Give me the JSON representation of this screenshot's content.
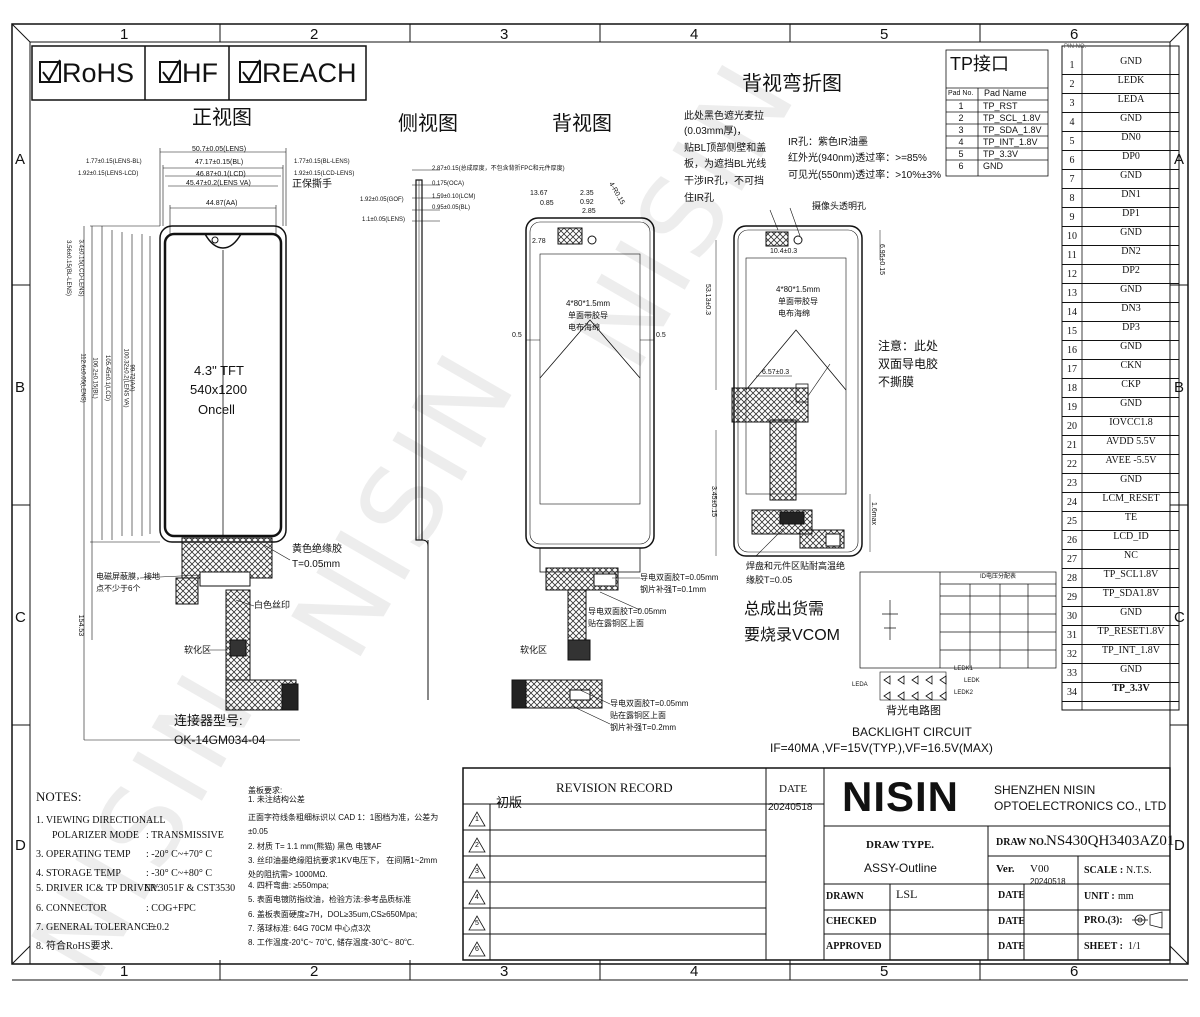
{
  "grid": {
    "top_cols": [
      "1",
      "2",
      "3",
      "4",
      "5",
      "6"
    ],
    "bottom_cols": [
      "1",
      "2",
      "3",
      "4",
      "5",
      "6"
    ],
    "rows": [
      "A",
      "B",
      "C",
      "D"
    ]
  },
  "compliance": [
    "RoHS",
    "HF",
    "REACH"
  ],
  "views": {
    "front": "正视图",
    "side": "侧视图",
    "back": "背视图",
    "bend": "背视弯折图"
  },
  "front_view": {
    "dims_top": [
      "50.7±0.05(LENS)",
      "47.17±0.15(BL)",
      "46.87±0.1(LCD)",
      "45.47±0.2(LENS VA)",
      "44.87(AA)"
    ],
    "dims_left_top": [
      "1.77±0.15(LENS-BL)",
      "1.92±0.15(LENS-LCD)"
    ],
    "dims_right_top": [
      "1.77±0.15(BL-LENS)",
      "1.92±0.15(LCD-LENS)"
    ],
    "protect_film": "正保撕手",
    "dims_vertical": [
      "3.56±0.15(BL-LENS)",
      "3.4±0.15(LCD-LENS)",
      "112.6±0.05(LENS)",
      "106.2±0.15(BL)",
      "105.45±0.1(LCD)",
      "100.32±0.2(LENS VA)",
      "99.72(AA)"
    ],
    "panel_lines": [
      "4.3\" TFT",
      "540x1200",
      "Oncell"
    ],
    "yellow_tape": "黄色绝缘胶",
    "yellow_tape_t": "T=0.05mm",
    "emi_note": [
      "电磁屏蔽膜，接地",
      "点不少于6个"
    ],
    "white_silk": "白色丝印",
    "flex_area": "软化区",
    "total_len": "154.53",
    "connector_label": "连接器型号:",
    "connector_model": "OK-14GM034-04"
  },
  "side_view": {
    "dims": [
      "2.87±0.15(总成厚度，不包含背折FPC和元件厚度)",
      "0.175(OCA)",
      "1.59±0.10(LCM)",
      "0.95±0.05(BL)",
      "1.92±0.05(GOF)",
      "1.1±0.05(LENS)"
    ]
  },
  "back_view": {
    "dims": [
      "13.67",
      "2.35",
      "0.92",
      "2.85",
      "0.85",
      "2.78",
      "0.5",
      "0.5",
      "4-R0.15"
    ],
    "foam_note": [
      "4*80*1.5mm",
      "单面带胶导",
      "电布海绵"
    ],
    "cond_tape": "导电双面胶T=0.05mm",
    "steel_1": "钢片补强T=0.1mm",
    "cond_tape_2": "导电双面胶T=0.05mm",
    "copper_area": "贴在露铜区上面",
    "flex_area": "软化区",
    "cond_tape_3": "导电双面胶T=0.05mm",
    "copper_area_2": "贴在露铜区上面",
    "steel_2": "钢片补强T=0.2mm"
  },
  "bend_view": {
    "mylar_note": [
      "此处黑色遮光麦拉",
      "(0.03mm厚)，",
      "贴BL顶部侧壁和盖",
      "板，为遮挡BL光线",
      "干涉IR孔，不可挡",
      "住IR孔"
    ],
    "ir_note": [
      "IR孔：紫色IR油墨",
      "红外光(940nm)透过率：>=85%",
      "可见光(550nm)透过率：>10%±3%"
    ],
    "camera_hole": "摄像头透明孔",
    "dims": [
      "10.4±0.3",
      "6.95±0.15",
      "53.13±0.3",
      "6.57±0.3",
      "3.45±0.15",
      "1.6max"
    ],
    "foam_note": [
      "4*80*1.5mm",
      "单面带胶导",
      "电布海绵"
    ],
    "caution": [
      "注意：此处",
      "双面导电胶",
      "不撕膜"
    ],
    "solder_note": [
      "焊盘和元件区贴耐高温绝",
      "缘胶T=0.05"
    ],
    "vcom_note": [
      "总成出货需",
      "要烧录VCOM"
    ]
  },
  "backlight": {
    "table_title": "ID电压分配表",
    "title_cn": "背光电路图",
    "title_en": "BACKLIGHT CIRCUIT",
    "spec": "IF=40MA ,VF=15V(TYP.),VF=16.5V(MAX)",
    "labels": [
      "LEDK1",
      "LEDA",
      "LEDK",
      "LEDK2"
    ]
  },
  "tp_interface": {
    "title": "TP接口",
    "headers": [
      "Pad No.",
      "Pad Name"
    ],
    "rows": [
      {
        "no": "1",
        "name": "TP_RST"
      },
      {
        "no": "2",
        "name": "TP_SCL_1.8V"
      },
      {
        "no": "3",
        "name": "TP_SDA_1.8V"
      },
      {
        "no": "4",
        "name": "TP_INT_1.8V"
      },
      {
        "no": "5",
        "name": "TP_3.3V"
      },
      {
        "no": "6",
        "name": "GND"
      }
    ]
  },
  "pins": [
    {
      "no": "1",
      "name": "GND"
    },
    {
      "no": "2",
      "name": "LEDK"
    },
    {
      "no": "3",
      "name": "LEDA"
    },
    {
      "no": "4",
      "name": "GND"
    },
    {
      "no": "5",
      "name": "DN0"
    },
    {
      "no": "6",
      "name": "DP0"
    },
    {
      "no": "7",
      "name": "GND"
    },
    {
      "no": "8",
      "name": "DN1"
    },
    {
      "no": "9",
      "name": "DP1"
    },
    {
      "no": "10",
      "name": "GND"
    },
    {
      "no": "11",
      "name": "DN2"
    },
    {
      "no": "12",
      "name": "DP2"
    },
    {
      "no": "13",
      "name": "GND"
    },
    {
      "no": "14",
      "name": "DN3"
    },
    {
      "no": "15",
      "name": "DP3"
    },
    {
      "no": "16",
      "name": "GND"
    },
    {
      "no": "17",
      "name": "CKN"
    },
    {
      "no": "18",
      "name": "CKP"
    },
    {
      "no": "19",
      "name": "GND"
    },
    {
      "no": "20",
      "name": "IOVCC1.8"
    },
    {
      "no": "21",
      "name": "AVDD 5.5V"
    },
    {
      "no": "22",
      "name": "AVEE -5.5V"
    },
    {
      "no": "23",
      "name": "GND"
    },
    {
      "no": "24",
      "name": "LCM_RESET"
    },
    {
      "no": "25",
      "name": "TE"
    },
    {
      "no": "26",
      "name": "LCD_ID"
    },
    {
      "no": "27",
      "name": "NC"
    },
    {
      "no": "28",
      "name": "TP_SCL1.8V"
    },
    {
      "no": "29",
      "name": "TP_SDA1.8V"
    },
    {
      "no": "30",
      "name": "GND"
    },
    {
      "no": "31",
      "name": "TP_RESET1.8V"
    },
    {
      "no": "32",
      "name": "TP_INT_1.8V"
    },
    {
      "no": "33",
      "name": "GND"
    },
    {
      "no": "34",
      "name": "TP_3.3V"
    }
  ],
  "notes": {
    "title": "NOTES:",
    "items": [
      {
        "label": "1. VIEWING DIRECTION :",
        "value": "ALL"
      },
      {
        "label": "POLARIZER MODE",
        "value": ": TRANSMISSIVE"
      },
      {
        "label": "3. OPERATING TEMP",
        "value": ": -20° C~+70° C"
      },
      {
        "label": "4. STORAGE TEMP",
        "value": ": -30° C~+80° C"
      },
      {
        "label": "5. DRIVER IC& TP DRIVER:",
        "value": "NV3051F & CST3530"
      },
      {
        "label": "6. CONNECTOR",
        "value": ": COG+FPC"
      },
      {
        "label": "7. GENERAL TOLERANCE",
        "value": ": ±0.2"
      },
      {
        "label": "8. 符合RoHS要求.",
        "value": ""
      }
    ]
  },
  "cover_req": {
    "title": "盖板要求:",
    "lines": [
      "1. 未注结构公差",
      "正面字符线条粗细标识以 CAD 1：1图档为准，公差为",
      "±0.05",
      "2. 材质 T= 1.1 mm(熊猫) 黑色 电镀AF",
      "3. 丝印油墨绝缘阻抗要求1KV电压下， 在间隔1~2mm",
      "处的阻抗需> 1000MΩ.",
      "4. 四杆弯曲: ≥550mpa;",
      "5. 表面电镀防指纹油，检验方法:参考品质标准",
      "6. 盖板表面硬度≥7H，DOL≥35um,CS≥650Mpa;",
      "7. 落球标准: 64G 70CM 中心点3次",
      "8. 工作温度-20℃~ 70℃, 储存温度-30℃~ 80℃."
    ]
  },
  "title_block": {
    "revision_record": "REVISION RECORD",
    "date_hdr": "DATE",
    "first_rev": "初版",
    "first_date": "20240518",
    "rev_marks": [
      "1",
      "2",
      "3",
      "4",
      "5",
      "6"
    ],
    "brand": "NISIN",
    "company_1": "SHENZHEN NISIN",
    "company_2": "OPTOELECTRONICS CO., LTD",
    "draw_type_label": "DRAW TYPE.",
    "draw_type": "ASSY-Outline",
    "draw_no_label": "DRAW NO.",
    "draw_no": "NS430QH3403AZ01",
    "ver_label": "Ver.",
    "ver": "V00",
    "ver_date": "20240518",
    "scale_label": "SCALE :",
    "scale": "N.T.S.",
    "drawn_label": "DRAWN",
    "drawn": "LSL",
    "checked_label": "CHECKED",
    "approved_label": "APPROVED",
    "date_label": "DATE",
    "unit_label": "UNIT :",
    "unit": "mm",
    "pro_label": "PRO.(3):",
    "sheet_label": "SHEET :",
    "sheet": "1/1"
  },
  "watermark": "NISIN"
}
